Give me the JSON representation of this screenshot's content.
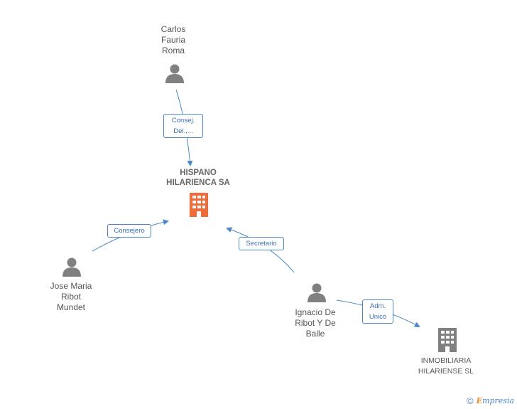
{
  "nodes": {
    "carlos": {
      "label": "Carlos\nFauria\nRoma",
      "type": "person"
    },
    "hispano": {
      "label": "HISPANO\nHILARIENCA SA",
      "type": "company-main"
    },
    "jose": {
      "label": "Jose Maria\nRibot\nMundet",
      "type": "person"
    },
    "ignacio": {
      "label": "Ignacio De\nRibot Y De\nBalle",
      "type": "person"
    },
    "inmobiliaria": {
      "label": "INMOBILIARIA\nHILARIENSE SL",
      "type": "company"
    }
  },
  "edges": {
    "carlos_hispano": {
      "label": "Consej.\nDel.,..."
    },
    "jose_hispano": {
      "label": "Consejero"
    },
    "ignacio_hispano": {
      "label": "Secretario"
    },
    "ignacio_inmobiliaria": {
      "label": "Adm.\nUnico"
    }
  },
  "colors": {
    "edge": "#4a86c8",
    "person_icon": "#808080",
    "main_company_icon": "#f26a35",
    "company_icon": "#808080"
  },
  "footer": {
    "copyright": "©",
    "brand_initial": "E",
    "brand_rest": "mpresia"
  }
}
